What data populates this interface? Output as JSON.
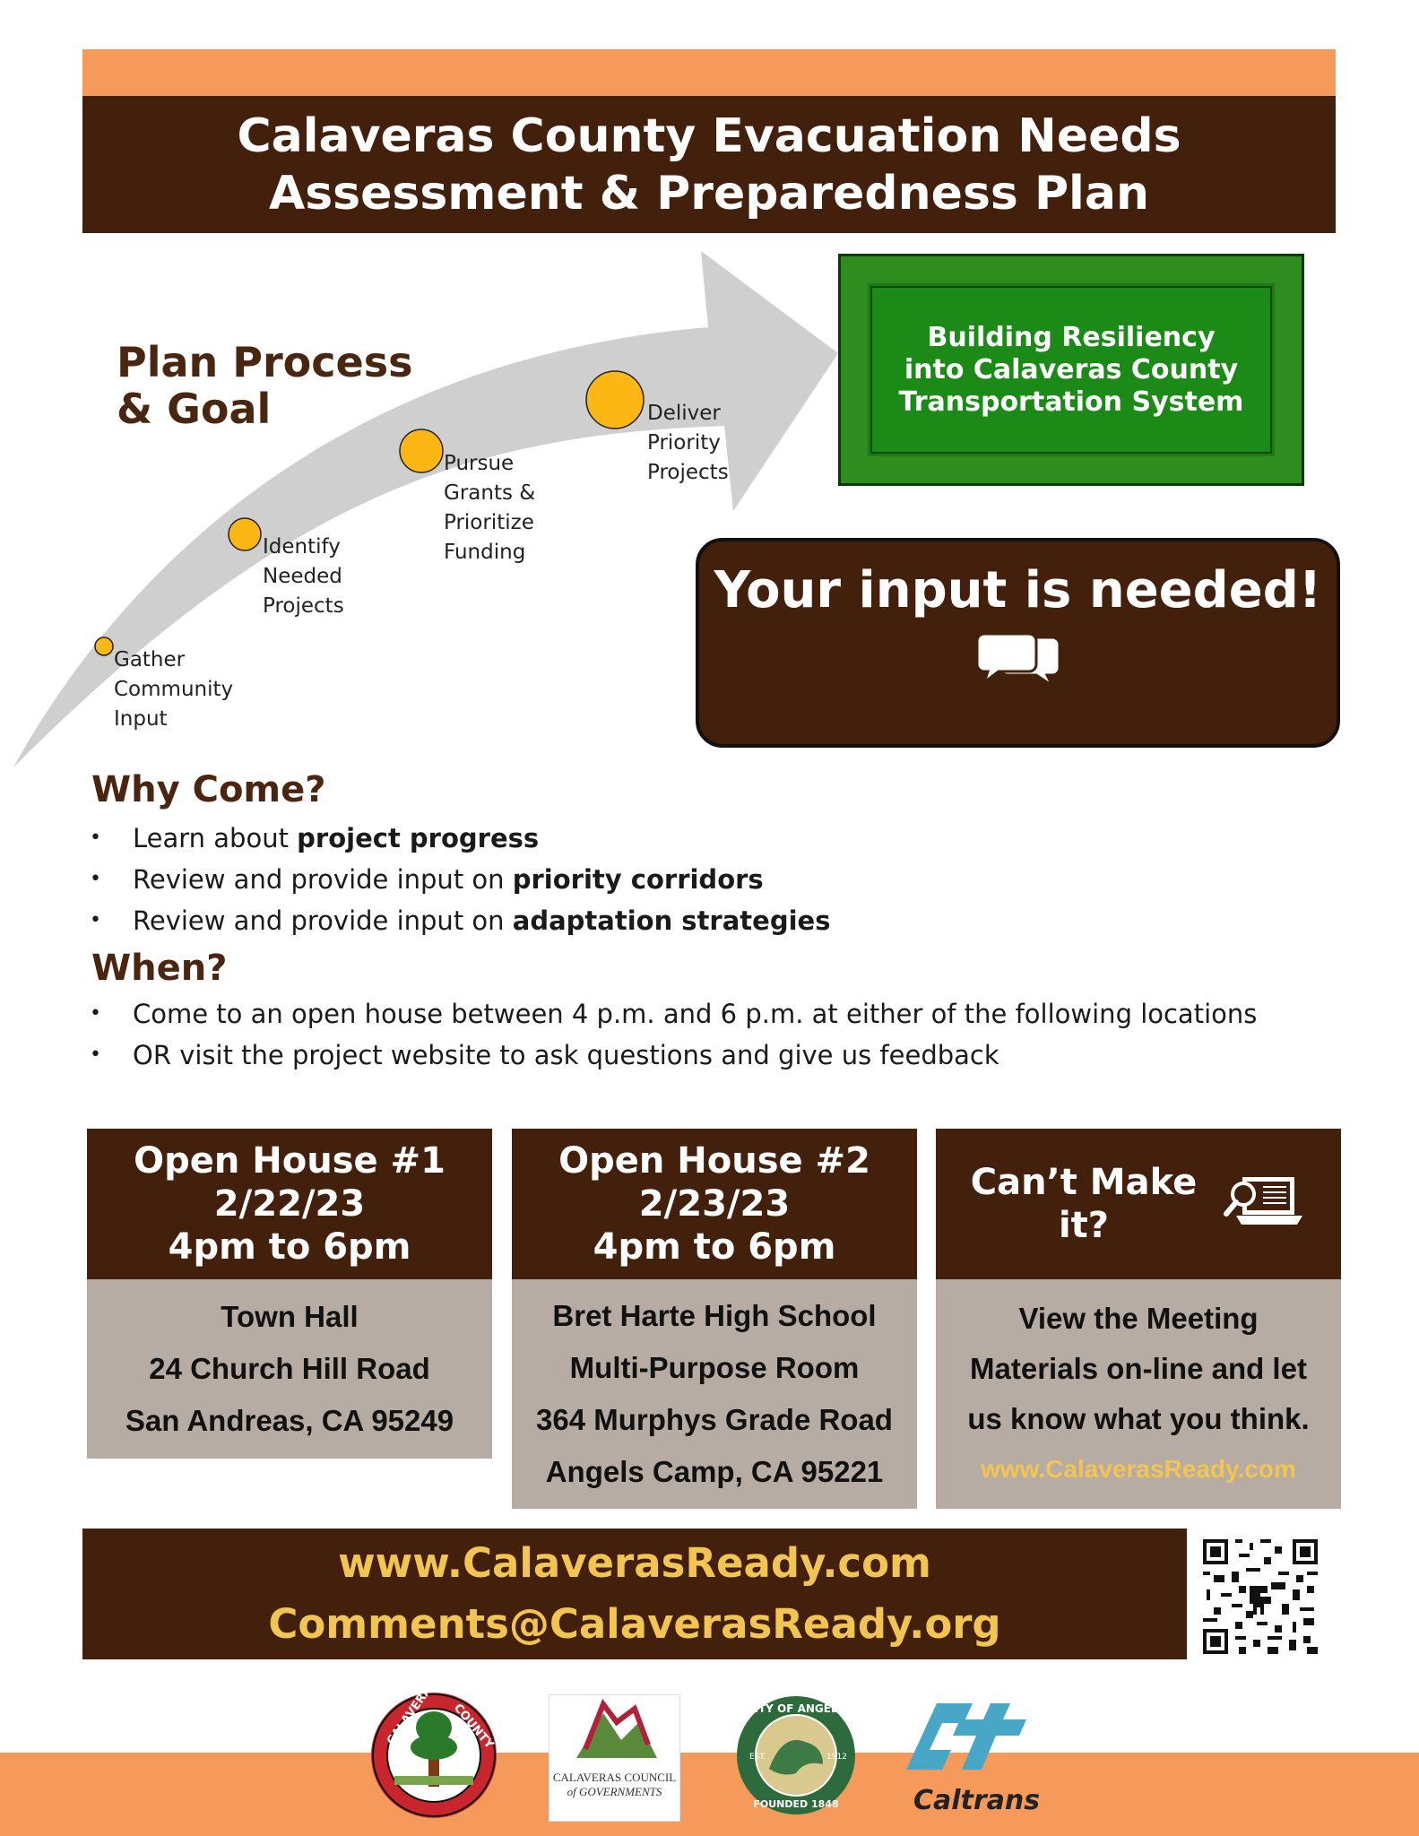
{
  "header": {
    "title_line1": "Calaveras County Evacuation Needs",
    "title_line2": "Assessment & Preparedness Plan"
  },
  "process": {
    "heading_line1": "Plan Process",
    "heading_line2": "& Goal",
    "steps": [
      {
        "line1": "Gather",
        "line2": "Community",
        "line3": "Input"
      },
      {
        "line1": "Identify",
        "line2": "Needed",
        "line3": "Projects"
      },
      {
        "line1": "Pursue",
        "line2": "Grants &",
        "line3": "Prioritize",
        "line4": "Funding"
      },
      {
        "line1": "Deliver",
        "line2": "Priority",
        "line3": "Projects"
      }
    ],
    "goal_line1": "Building Resiliency",
    "goal_line2": "into Calaveras County",
    "goal_line3": "Transportation System"
  },
  "input_banner": {
    "text": "Your input is needed!",
    "icon": "chat-bubbles-icon"
  },
  "why": {
    "heading": "Why Come?",
    "items": [
      {
        "pre": "Learn about ",
        "bold": "project progress"
      },
      {
        "pre": "Review and provide input on ",
        "bold": "priority corridors"
      },
      {
        "pre": "Review and provide input on ",
        "bold": "adaptation strategies"
      }
    ]
  },
  "when": {
    "heading": "When?",
    "items": [
      "Come to an open house between 4 p.m. and 6 p.m. at either of the following locations",
      "OR visit the project website to ask questions and give us feedback"
    ]
  },
  "open_house_1": {
    "title": "Open House #1",
    "date": "2/22/23",
    "time": "4pm to 6pm",
    "place": "Town Hall",
    "street": "24 Church Hill Road",
    "city": "San Andreas, CA 95249"
  },
  "open_house_2": {
    "title": "Open House #2",
    "date": "2/23/23",
    "time": "4pm to 6pm",
    "place": "Bret Harte High School",
    "room": "Multi-Purpose Room",
    "street": "364 Murphys Grade Road",
    "city": "Angels Camp, CA 95221"
  },
  "cant_make_it": {
    "title_line1": "Can’t Make",
    "title_line2": "it?",
    "icon": "laptop-search-icon",
    "body_line1": "View the Meeting",
    "body_line2": "Materials on-line and let",
    "body_line3": "us know what you think.",
    "url": "www.CalaverasReady.com"
  },
  "contact": {
    "website": "www.CalaverasReady.com",
    "email": "Comments@CalaverasReady.org",
    "qr": "qr-code-icon"
  },
  "logos": {
    "county": {
      "top_left": "CALAVERAS",
      "top_right": "COUNTY"
    },
    "cog": {
      "line1": "CALAVERAS COUNCIL",
      "line2": "of GOVERNMENTS"
    },
    "angels": {
      "top": "CITY OF ANGELS",
      "bottom": "FOUNDED 1848",
      "left": "EST.",
      "right": "1912"
    },
    "caltrans": {
      "text": "Caltrans"
    }
  },
  "colors": {
    "brown": "#42200c",
    "orange": "#f59a5a",
    "green": "#1b8a17",
    "gold": "#f2c552",
    "tan": "#b6aca3"
  }
}
